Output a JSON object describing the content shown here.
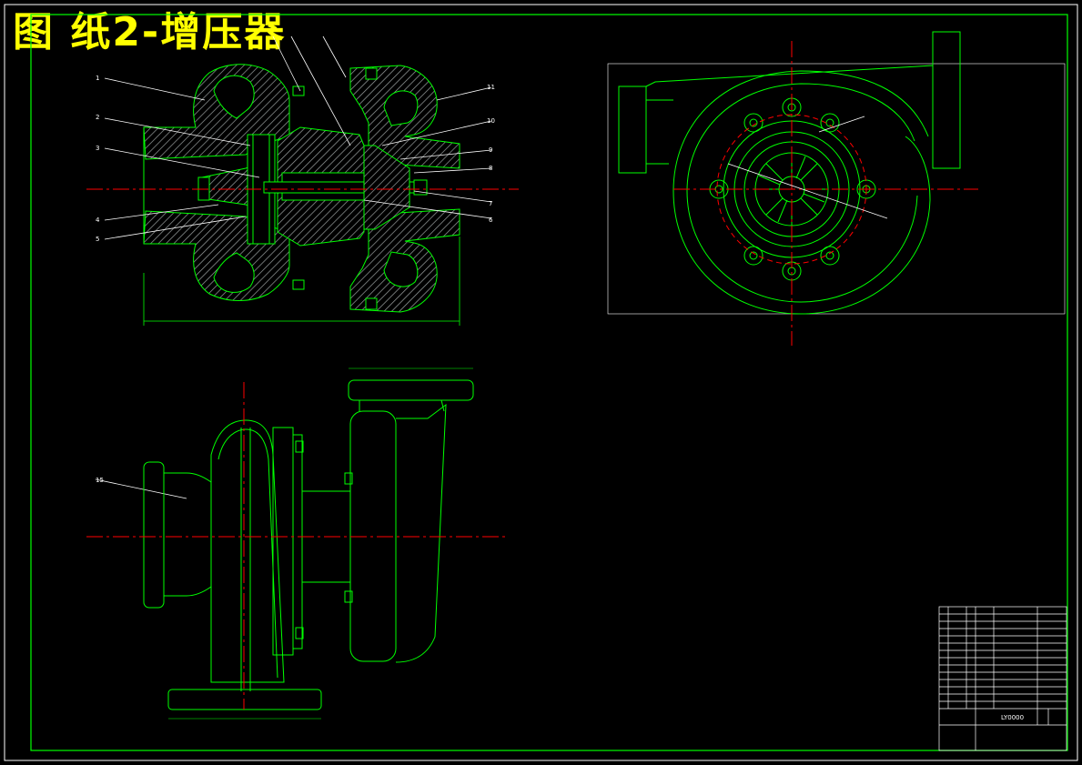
{
  "title": "图 纸2-增压器",
  "colors": {
    "background": "#000000",
    "outline": "#00ff00",
    "centerline": "#ff0000",
    "leader": "#ffffff",
    "title": "#ffff00",
    "hatch": "#9aa0a0"
  },
  "balloons": [
    "1",
    "2",
    "3",
    "4",
    "5",
    "6",
    "7",
    "8",
    "9",
    "10",
    "11",
    "15"
  ],
  "title_block": {
    "drawing_no": "LY0000"
  }
}
